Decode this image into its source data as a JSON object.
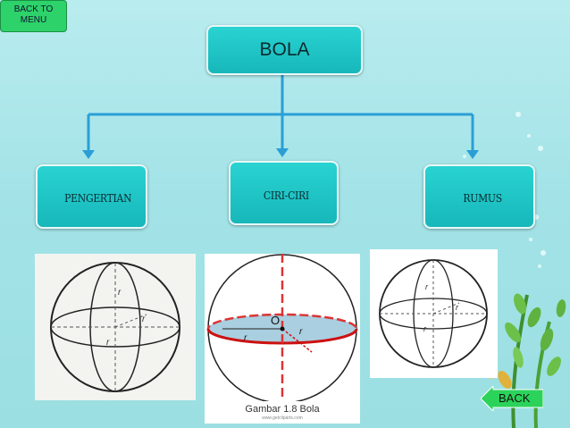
{
  "menu_button": {
    "label_line1": "BACK TO",
    "label_line2": "MENU"
  },
  "root": {
    "label": "BOLA"
  },
  "children": [
    {
      "label": "PENGERTIAN"
    },
    {
      "label": "CIRI-CIRI"
    },
    {
      "label": "RUMUS"
    }
  ],
  "images": {
    "sphere1": {
      "labels": [
        "r",
        "r",
        "r"
      ]
    },
    "sphere2": {
      "center_label": "O",
      "labels": [
        "r",
        "r"
      ],
      "caption": "Gambar 1.8 Bola",
      "watermark": "www.getcliparts.com"
    },
    "sphere3": {
      "labels": [
        "r",
        "r",
        "r"
      ]
    }
  },
  "back_button": {
    "label": "BACK"
  },
  "colors": {
    "node": "#1fc4c6",
    "connector": "#2a9fd6",
    "menu_button": "#2dd26a",
    "back_button": "#2bd35a"
  }
}
